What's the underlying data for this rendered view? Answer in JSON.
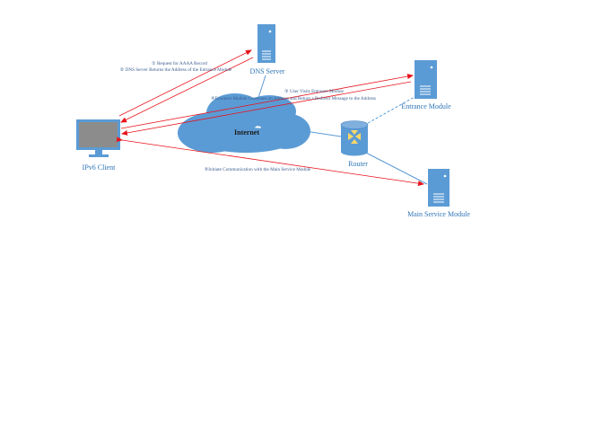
{
  "nodes": {
    "dns_server": {
      "label": "DNS Server"
    },
    "entrance_module": {
      "label": "Entrance Module"
    },
    "ipv6_client": {
      "label": "IPv6 Client"
    },
    "internet": {
      "label": "Internet"
    },
    "router": {
      "label": "Router"
    },
    "main_service_module": {
      "label": "Main Service Module"
    }
  },
  "edges": {
    "step1": "① Request for AAAA Record",
    "step2": "② DNS Server Returns the Address of the Entrance Module",
    "step3": "③ User Visits Entrance Module",
    "step4": "④Entrance Module Generates an Address and  Return a Redirect Message to the Address",
    "step5": "⑤Initiate Communication with the Main Service Module"
  },
  "colors": {
    "arrow": "#e8141c",
    "link": "#5b9bd5",
    "device_blue": "#5b9bd5",
    "screen_gray": "#8c8c8c",
    "label_blue": "#2e75b6"
  }
}
